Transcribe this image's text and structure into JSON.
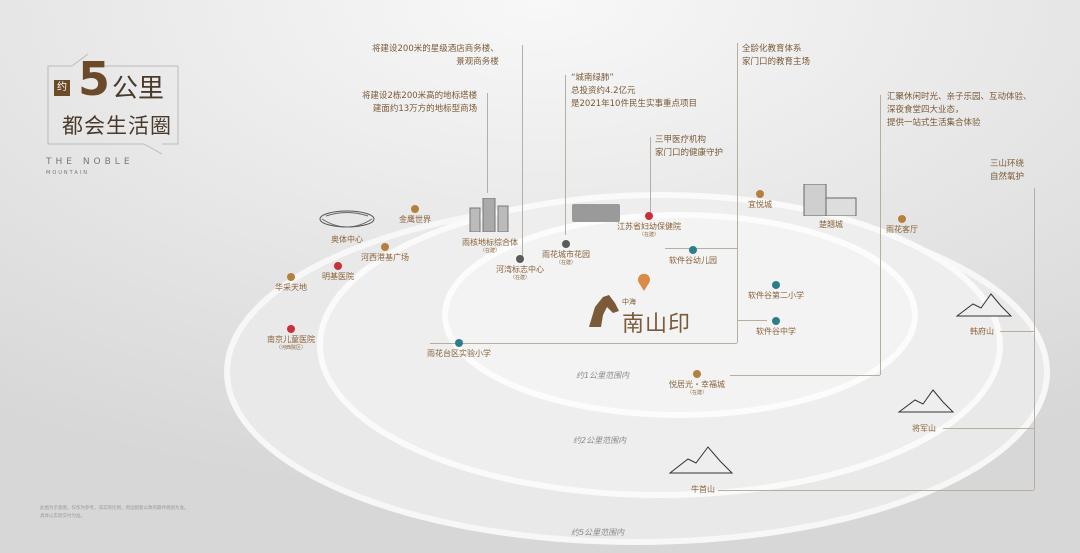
{
  "title": {
    "prefix": "约",
    "number": "5",
    "unit": "公里",
    "line2": "都会生活圈",
    "brand_en": "THE NOBLE",
    "brand_en_sub": "MOUNTAIN"
  },
  "colors": {
    "accent": "#7a5a38",
    "commerce": "#b5803f",
    "hospital": "#c8313a",
    "school": "#2e7d8c",
    "residence": "#5a5a5a",
    "pin": "#d88c45"
  },
  "project": {
    "logo_small": "中海",
    "logo_main": "南山印"
  },
  "rings": [
    "约1公里范围内",
    "约2公里范围内",
    "约5公里范围内"
  ],
  "notes": [
    {
      "lines": [
        "将建设200米的星级酒店商务楼、",
        "景观商务楼"
      ]
    },
    {
      "lines": [
        "将建设2栋200米高的地标塔楼",
        "建面约13万方的地标型商场"
      ]
    },
    {
      "lines": [
        "“城南绿肺”",
        "总投资约4.2亿元",
        "是2021年10件民生实事重点项目"
      ]
    },
    {
      "lines": [
        "三甲医疗机构",
        "家门口的健康守护"
      ]
    },
    {
      "lines": [
        "全龄化教育体系",
        "家门口的教育主场"
      ]
    },
    {
      "lines": [
        "汇聚休闲时光、亲子乐园、互动体验、",
        "深夜食堂四大业态，",
        "提供一站式生活集合体验"
      ]
    },
    {
      "lines": [
        "三山环绕",
        "自然氧护"
      ]
    }
  ],
  "pois": [
    {
      "name": "奥体中心",
      "type": "landmark"
    },
    {
      "name": "金鹰世界",
      "type": "commerce"
    },
    {
      "name": "河西港基广场",
      "type": "commerce"
    },
    {
      "name": "明基医院",
      "type": "hospital"
    },
    {
      "name": "华采天地",
      "type": "commerce"
    },
    {
      "name": "南京儿童医院",
      "sub": "（河西院区）",
      "type": "hospital"
    },
    {
      "name": "雨核地标综合体",
      "sub": "（在建）",
      "type": "landmark"
    },
    {
      "name": "河湾标志中心",
      "sub": "（在建）",
      "type": "residence"
    },
    {
      "name": "雨花城市花园",
      "sub": "（在建）",
      "type": "residence"
    },
    {
      "name": "江苏省妇幼保健院",
      "sub": "（在建）",
      "type": "hospital"
    },
    {
      "name": "软件谷幼儿园",
      "type": "school"
    },
    {
      "name": "宜悦城",
      "type": "commerce"
    },
    {
      "name": "楚翘城",
      "type": "landmark"
    },
    {
      "name": "雨花客厅",
      "type": "commerce"
    },
    {
      "name": "软件谷第二小学",
      "type": "school"
    },
    {
      "name": "软件谷中学",
      "type": "school"
    },
    {
      "name": "雨花台区实验小学",
      "type": "school"
    },
    {
      "name": "悦居光・幸福城",
      "sub": "（在建）",
      "type": "commerce"
    }
  ],
  "mountains": [
    "韩府山",
    "将军山",
    "牛首山"
  ],
  "disclaimer": [
    "此图为示意图，仅作为参考，非实际比例，周边配套以政府最终规划为准。",
    "具体以实际交付为准。"
  ]
}
